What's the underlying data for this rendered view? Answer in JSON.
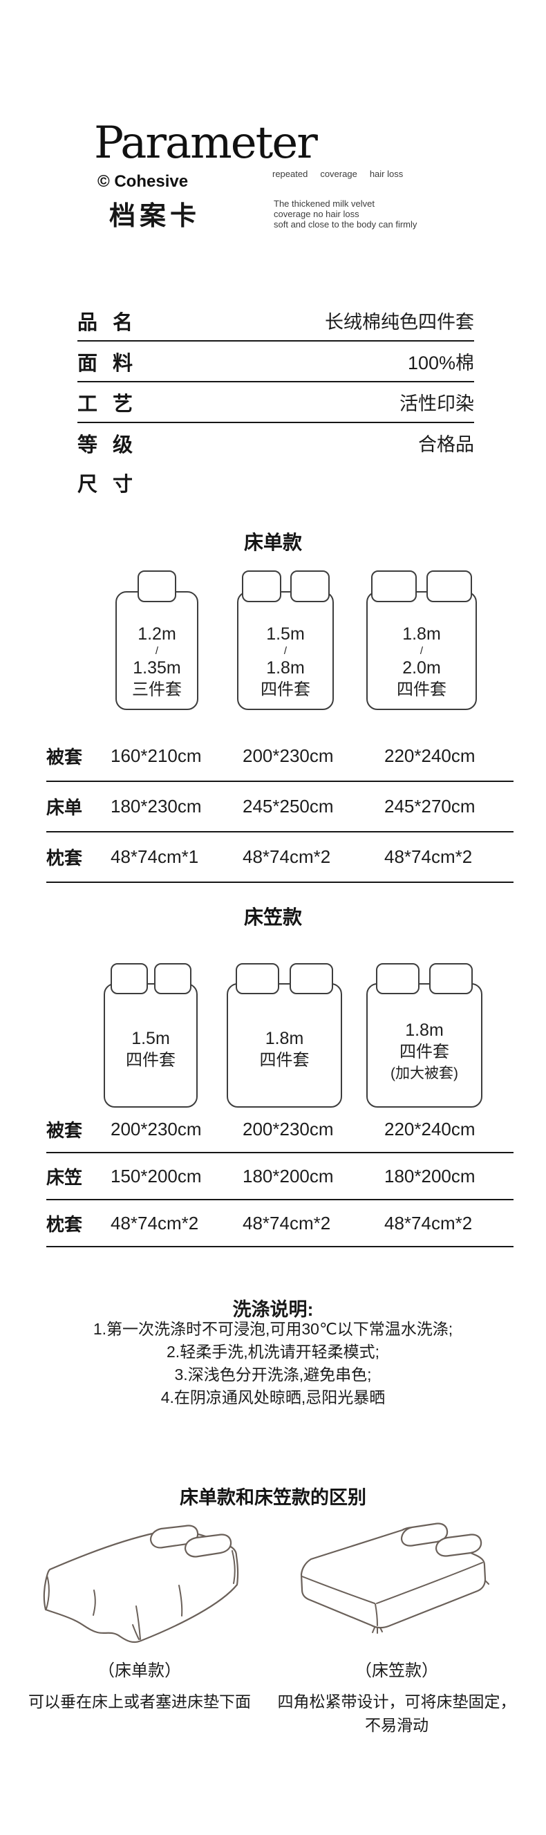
{
  "header": {
    "title": "Parameter",
    "brand": "© Cohesive",
    "subtitle": "档案卡",
    "keywords": [
      "repeated",
      "coverage",
      "hair loss"
    ],
    "description_lines": [
      "The thickened milk velvet",
      "coverage no hair loss",
      "soft and close to the body can firmly"
    ]
  },
  "spec_table": {
    "rows": [
      {
        "label": "品 名",
        "value": "长绒棉纯色四件套"
      },
      {
        "label": "面 料",
        "value": "100%棉"
      },
      {
        "label": "工 艺",
        "value": "活性印染"
      },
      {
        "label": "等 级",
        "value": "合格品"
      },
      {
        "label": "尺 寸",
        "value": ""
      }
    ]
  },
  "sheet_section": {
    "title": "床单款",
    "beds": [
      {
        "pillows": 1,
        "lines": [
          "1.2m",
          "/",
          "1.35m",
          "三件套"
        ]
      },
      {
        "pillows": 2,
        "lines": [
          "1.5m",
          "/",
          "1.8m",
          "四件套"
        ]
      },
      {
        "pillows": 2,
        "lines": [
          "1.8m",
          "/",
          "2.0m",
          "四件套"
        ]
      }
    ],
    "table": {
      "rows": [
        {
          "label": "被套",
          "values": [
            "160*210cm",
            "200*230cm",
            "220*240cm"
          ]
        },
        {
          "label": "床单",
          "values": [
            "180*230cm",
            "245*250cm",
            "245*270cm"
          ]
        },
        {
          "label": "枕套",
          "values": [
            "48*74cm*1",
            "48*74cm*2",
            "48*74cm*2"
          ]
        }
      ]
    }
  },
  "fitted_section": {
    "title": "床笠款",
    "beds": [
      {
        "pillows": 2,
        "lines": [
          "1.5m",
          "四件套"
        ]
      },
      {
        "pillows": 2,
        "lines": [
          "1.8m",
          "四件套"
        ]
      },
      {
        "pillows": 2,
        "lines": [
          "1.8m",
          "四件套",
          "(加大被套)"
        ]
      }
    ],
    "table": {
      "rows": [
        {
          "label": "被套",
          "values": [
            "200*230cm",
            "200*230cm",
            "220*240cm"
          ]
        },
        {
          "label": "床笠",
          "values": [
            "150*200cm",
            "180*200cm",
            "180*200cm"
          ]
        },
        {
          "label": "枕套",
          "values": [
            "48*74cm*2",
            "48*74cm*2",
            "48*74cm*2"
          ]
        }
      ]
    }
  },
  "washing": {
    "title": "洗涤说明:",
    "instructions": [
      "1.第一次洗涤时不可浸泡,可用30℃以下常温水洗涤;",
      "2.轻柔手洗,机洗请开轻柔模式;",
      "3.深浅色分开洗涤,避免串色;",
      "4.在阴凉通风处晾晒,忌阳光暴晒"
    ]
  },
  "difference": {
    "title": "床单款和床笠款的区别",
    "items": [
      {
        "caption": "（床单款）",
        "note": "可以垂在床上或者塞进床垫下面"
      },
      {
        "caption": "（床笠款）",
        "note": "四角松紧带设计，可将床垫固定，不易滑动"
      }
    ]
  },
  "colors": {
    "text": "#1a1a1a",
    "table_line": "#161616",
    "diagram_stroke": "#3d3d3d",
    "sketch_stroke": "#6a6059",
    "background": "#ffffff"
  }
}
